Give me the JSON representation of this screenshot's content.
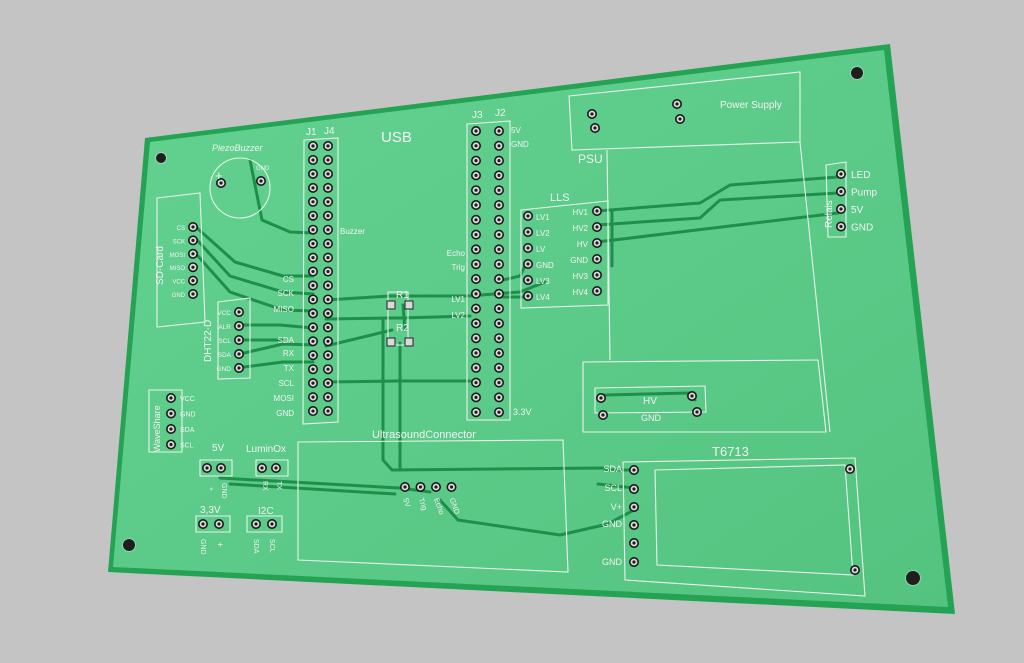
{
  "board": {
    "usb_label": "USB",
    "psu_label": "PSU",
    "power_supply_label": "Power Supply",
    "piezo": {
      "title": "PiezoBuzzer",
      "plus": "+",
      "gnd": "GND"
    },
    "sd_card": {
      "title": "SD-Card",
      "pins": [
        "CS",
        "SCK",
        "MOSI",
        "MISO",
        "VCC",
        "GND"
      ]
    },
    "dht": {
      "title": "DHT22-D",
      "pins": [
        "VCC",
        "ALR",
        "SCL",
        "SDA",
        "GND"
      ]
    },
    "j1_label": "J1",
    "j4_label": "J4",
    "j1_signals": [
      "Buzzer",
      "CS",
      "SCK",
      "MISO",
      "SDA",
      "RX",
      "TX",
      "SCL",
      "MOSI",
      "GND"
    ],
    "j3_label": "J3",
    "j2_label": "J2",
    "j2_top": [
      "5V",
      "GND"
    ],
    "j2_bottom": "3.3V",
    "j3_signals": [
      "Echo",
      "Trig",
      "LV1",
      "LV2"
    ],
    "r1_label": "R1",
    "r2_label": "R2",
    "lls": {
      "title": "LLS",
      "left_pins": [
        "LV1",
        "LV2",
        "LV",
        "GND",
        "LV3",
        "LV4"
      ],
      "right_pins": [
        "HV1",
        "HV2",
        "HV",
        "GND",
        "HV3",
        "HV4"
      ]
    },
    "relais": {
      "title": "Relais",
      "pins": [
        "LED",
        "Pump",
        "5V",
        "GND"
      ]
    },
    "wave": {
      "title": "WaveShare",
      "pins": [
        "VCC",
        "GND",
        "SDA",
        "SCL"
      ]
    },
    "five_v": {
      "title": "5V",
      "pins": [
        "+",
        "GND"
      ]
    },
    "lumin": {
      "title": "LuminOx",
      "pins": [
        "RX",
        "TX"
      ]
    },
    "three_v": {
      "title": "3,3V",
      "pins": [
        "GND",
        "+"
      ]
    },
    "i2c": {
      "title": "I2C",
      "pins": [
        "SDA",
        "SCL"
      ]
    },
    "ultrasound": {
      "title": "UltrasoundConnector",
      "pins": [
        "5V",
        "Trig",
        "Echo",
        "GND"
      ]
    },
    "hv_block": {
      "hv": "HV",
      "gnd": "GND"
    },
    "t6713": {
      "title": "T6713",
      "pins": [
        "SDA",
        "SCL",
        "V+",
        "GND",
        "GND"
      ]
    }
  },
  "colors": {
    "background": "#c4c4c4",
    "pcb_green": "#5fcf8a",
    "pcb_edge": "#22a052",
    "silkscreen": "#f2f2f2",
    "trace": "#1e8f4a"
  }
}
